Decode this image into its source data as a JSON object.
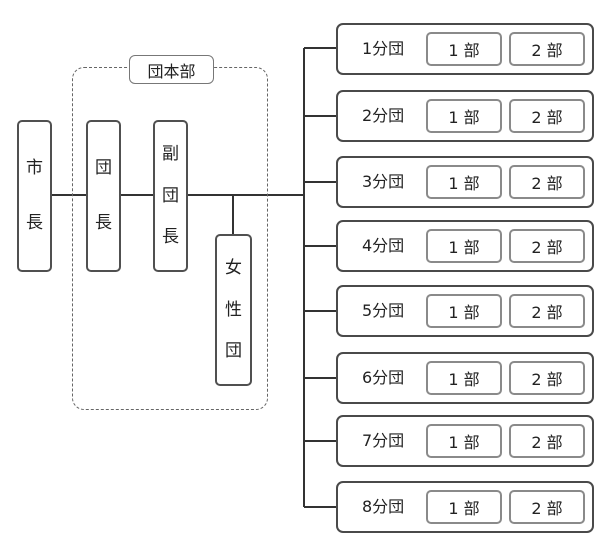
{
  "mayor": {
    "chars": [
      "市",
      "長"
    ]
  },
  "headquarters": {
    "label": "団本部"
  },
  "chief": {
    "chars": [
      "団",
      "長"
    ]
  },
  "vice_chief": {
    "chars": [
      "副",
      "団",
      "長"
    ]
  },
  "women_corps": {
    "chars": [
      "女",
      "性",
      "団"
    ]
  },
  "branches": [
    {
      "label": "1分団",
      "units": [
        "1 部",
        "2 部"
      ]
    },
    {
      "label": "2分団",
      "units": [
        "1 部",
        "2 部"
      ]
    },
    {
      "label": "3分団",
      "units": [
        "1 部",
        "2 部"
      ]
    },
    {
      "label": "4分団",
      "units": [
        "1 部",
        "2 部"
      ]
    },
    {
      "label": "5分団",
      "units": [
        "1 部",
        "2 部"
      ]
    },
    {
      "label": "6分団",
      "units": [
        "1 部",
        "2 部"
      ]
    },
    {
      "label": "7分団",
      "units": [
        "1 部",
        "2 部"
      ]
    },
    {
      "label": "8分団",
      "units": [
        "1 部",
        "2 部"
      ]
    }
  ]
}
